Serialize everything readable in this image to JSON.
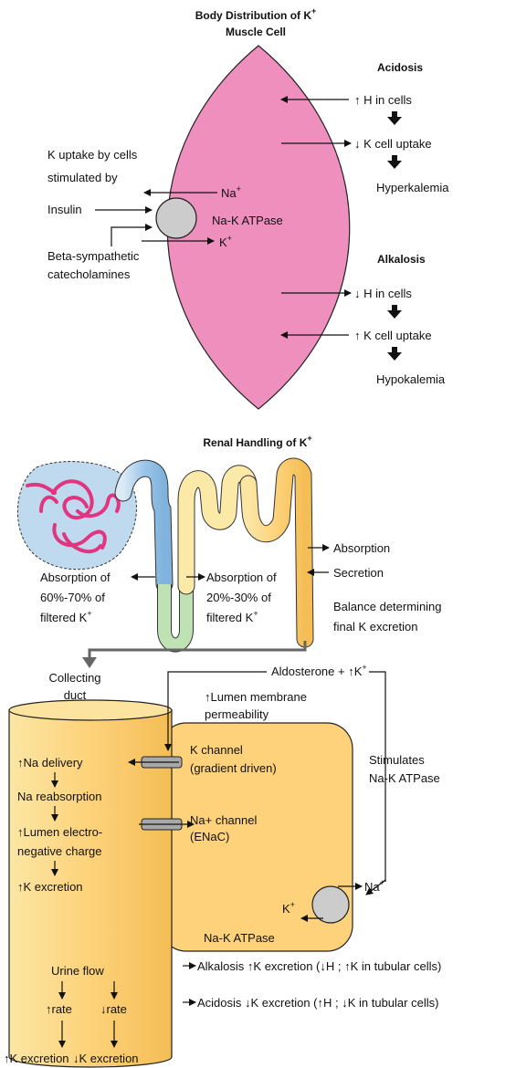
{
  "distribution": {
    "title": "Body Distribution of K",
    "subtitle": "Muscle Cell",
    "uptake": [
      "K uptake by cells",
      "stimulated by"
    ],
    "insulin": "Insulin",
    "beta": [
      "Beta-sympathetic",
      "catecholamines"
    ],
    "na_out": "Na",
    "pump": "Na-K ATPase",
    "k_in": "K",
    "acidosis": {
      "heading": "Acidosis",
      "step1": "↑ H in cells",
      "step2": "↓ K cell uptake",
      "result": "Hyperkalemia"
    },
    "alkalosis": {
      "heading": "Alkalosis",
      "step1": "↓ H in cells",
      "step2": "↑ K cell uptake",
      "result": "Hypokalemia"
    }
  },
  "renal": {
    "title": "Renal Handling of K",
    "proximal": [
      "Absorption of",
      "60%-70% of",
      "filtered K"
    ],
    "loop": [
      "Absorption of",
      "20%-30% of",
      "filtered K"
    ],
    "distal_absorption": "Absorption",
    "distal_secretion": "Secretion",
    "balance": [
      "Balance determining",
      "final K excretion"
    ],
    "collecting": [
      "Collecting",
      "duct"
    ],
    "aldosterone": "Aldosterone + ↑K",
    "permeability": [
      "↑Lumen membrane",
      "permeability"
    ],
    "stimulates": [
      "Stimulates",
      "Na-K ATPase"
    ],
    "lumen_steps": [
      "↑Na delivery",
      "Na reabsorption",
      "↑Lumen electro-",
      "negative charge",
      "↑K excretion"
    ],
    "k_channel": [
      "K channel",
      "(gradient driven)"
    ],
    "na_channel": [
      "Na+ channel",
      "(ENaC)"
    ],
    "cell_na": "Na",
    "cell_k": "K",
    "cell_pump": "Na-K ATPase",
    "urine_flow": "Urine flow",
    "rate_up": "↑rate",
    "rate_down": "↓rate",
    "excretion_up": "↑K excretion",
    "excretion_down": "↓K excretion",
    "alkalosis_note": "Alkalosis ↑K excretion (↓H ; ↑K in tubular cells)",
    "acidosis_note": "Acidosis ↓K excretion (↑H ; ↓K in tubular cells)"
  },
  "colors": {
    "muscle": "#EE8FBE",
    "tubule": "#FDD27A",
    "blue": "#9CC6E8",
    "cream": "#FBE9A8",
    "green": "#BFE2B4",
    "pink": "#E0357F",
    "channel": "#A8A8A8",
    "pump": "#CCCCCC"
  }
}
